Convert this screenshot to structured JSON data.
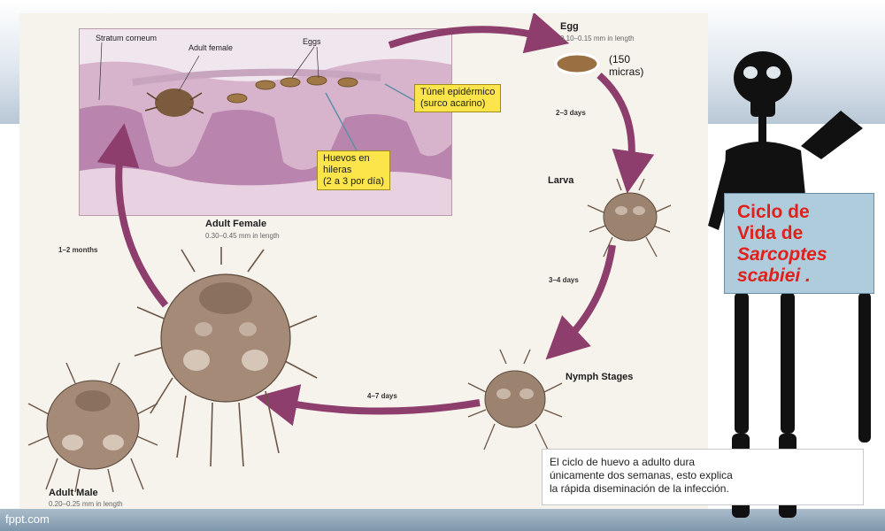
{
  "skin_panel": {
    "label_stratum": "Stratum corneum",
    "label_adult_female": "Adult female",
    "label_eggs": "Eggs"
  },
  "callouts": {
    "tunnel_lines": [
      "Túnel epidérmico",
      "(surco acarino)"
    ],
    "eggs_lines": [
      "Huevos en",
      "hileras",
      "(2 a 3 por día)"
    ]
  },
  "stages": {
    "egg": {
      "title": "Egg",
      "size": "0.10–0.15 mm in length",
      "extra_lines": [
        "(150",
        "micras)"
      ]
    },
    "larva": {
      "title": "Larva"
    },
    "nymph": {
      "title": "Nymph Stages"
    },
    "adult_female": {
      "title": "Adult Female",
      "size": "0.30–0.45 mm in length"
    },
    "adult_male": {
      "title": "Adult Male",
      "size": "0.20–0.25 mm in length"
    }
  },
  "durations": {
    "egg_to_larva": "2–3 days",
    "larva_to_nymph": "3–4 days",
    "nymph_to_adult": "4–7 days",
    "adult_to_skin": "1–2 months"
  },
  "title_box": {
    "line1": "Ciclo de",
    "line2": "Vida de",
    "line3": "Sarcoptes",
    "line4": "scabiei ."
  },
  "note": {
    "lines": [
      "El ciclo de huevo a adulto dura",
      "únicamente dos semanas, esto explica",
      "la rápida diseminación de la infección."
    ]
  },
  "footer": {
    "text": "fppt.com"
  },
  "colors": {
    "arrow": "#8e3e6c",
    "title_text": "#e0201b",
    "title_box": "#aeccdc",
    "callout": "#fbe54a",
    "skin": "#e9d3df",
    "mite": "#9c8370"
  }
}
